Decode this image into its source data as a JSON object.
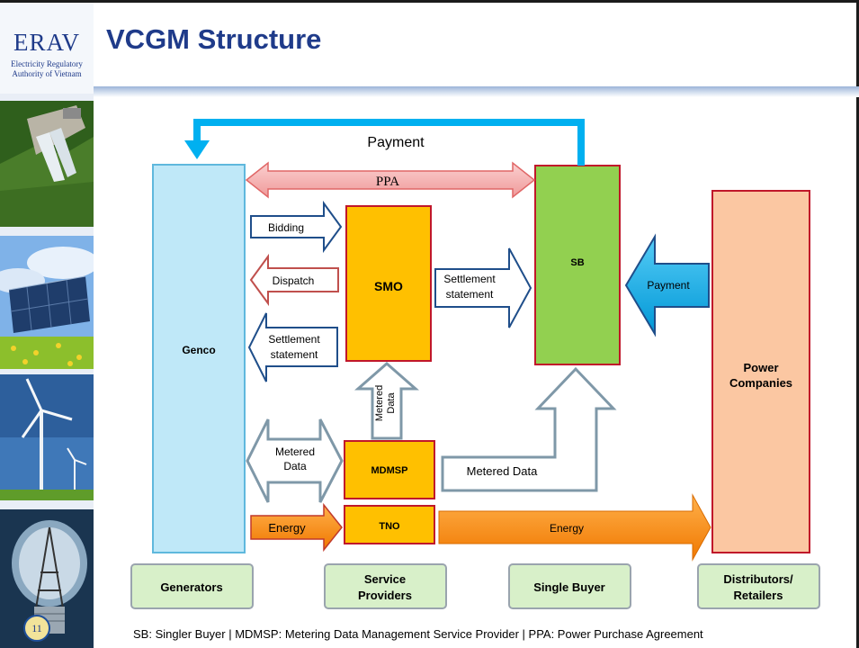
{
  "title": "VCGM Structure",
  "logo": {
    "name": "ERAV",
    "subtitle_line1": "Electricity Regulatory",
    "subtitle_line2": "Authority of Vietnam"
  },
  "slide_number": "11",
  "entities": {
    "genco": "Genco",
    "smo": "SMO",
    "sb": "SB",
    "mdmsp": "MDMSP",
    "tno": "TNO",
    "power_companies_line1": "Power",
    "power_companies_line2": "Companies"
  },
  "flows": {
    "payment_top": "Payment",
    "ppa": "PPA",
    "bidding": "Bidding",
    "dispatch": "Dispatch",
    "settlement_to_genco_line1": "Settlement",
    "settlement_to_genco_line2": "statement",
    "settlement_to_sb_line1": "Settlement",
    "settlement_to_sb_line2": "statement",
    "payment_right": "Payment",
    "metered_up_line1": "Metered",
    "metered_up_line2": "Data",
    "metered_left_line1": "Metered",
    "metered_left_line2": "Data",
    "metered_to_sb": "Metered Data",
    "energy_left": "Energy",
    "energy_right": "Energy"
  },
  "categories": {
    "generators": "Generators",
    "service_providers_line1": "Service",
    "service_providers_line2": "Providers",
    "single_buyer": "Single Buyer",
    "distributors_line1": "Distributors/",
    "distributors_line2": "Retailers"
  },
  "footnote": "SB: Singler  Buyer | MDMSP: Metering Data Management  Service Provider | PPA: Power Purchase Agreement",
  "colors": {
    "genco": "#bfe8f8",
    "smo": "#ffc000",
    "sb": "#92d050",
    "power_companies": "#fbc7a2",
    "category": "#d8f0c9",
    "payment": "#00b0f0",
    "ppa": "#f4a6a6",
    "energy": "#ff8c00",
    "title": "#1f3b8a"
  },
  "icons": [
    "dam-photo",
    "solar-panel-photo",
    "wind-turbine-photo",
    "light-bulb-photo"
  ]
}
